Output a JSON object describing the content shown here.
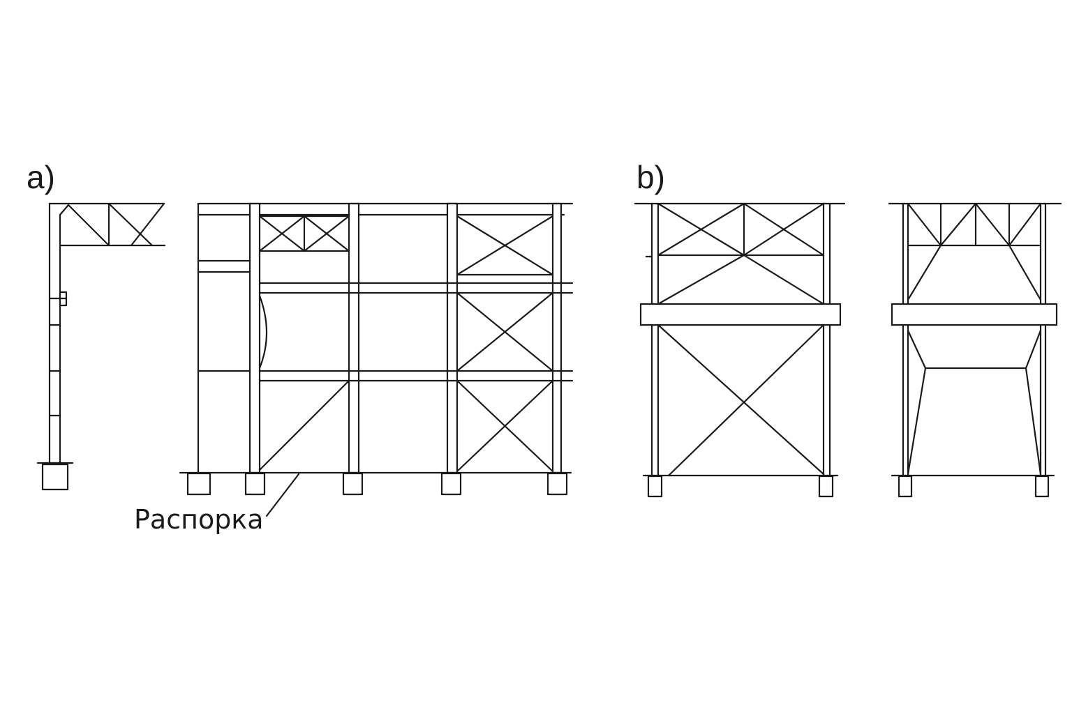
{
  "figure": {
    "background_color": "#ffffff",
    "line_color": "#1a1a1a",
    "panels": [
      {
        "id": "a",
        "label": "a)",
        "views": [
          "side-view-frame",
          "longitudinal-frame"
        ],
        "annotations": [
          {
            "id": "strut",
            "text": "Распорка"
          }
        ]
      },
      {
        "id": "b",
        "label": "b)",
        "views": [
          "portal-frame-cross-bracing",
          "portal-frame-inclined-struts"
        ]
      }
    ]
  }
}
